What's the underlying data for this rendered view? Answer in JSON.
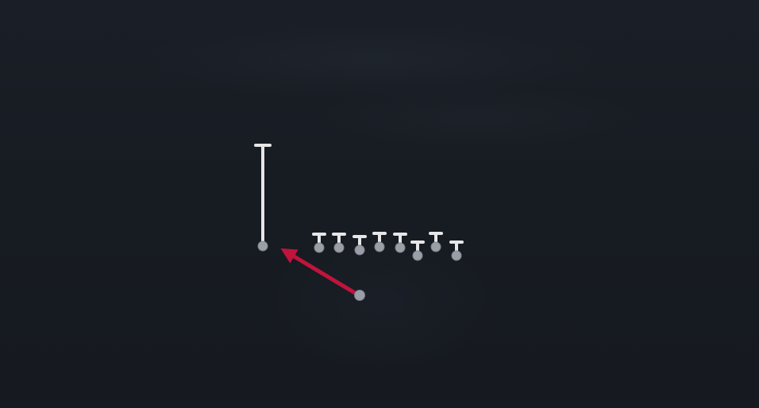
{
  "diagram": {
    "type": "football-play-diagram",
    "colors": {
      "background": "#171b22",
      "player_fill": "#9a9ea6",
      "player_stroke": "#7d8189",
      "route_white": "#e6e6e8",
      "route_motion": "#c0143c"
    },
    "offensive_line": {
      "count": 8
    },
    "routes": [
      {
        "name": "vertical-route",
        "kind": "straight",
        "color_key": "route_white"
      },
      {
        "name": "motion-route",
        "kind": "arrow",
        "color_key": "route_motion"
      }
    ]
  }
}
